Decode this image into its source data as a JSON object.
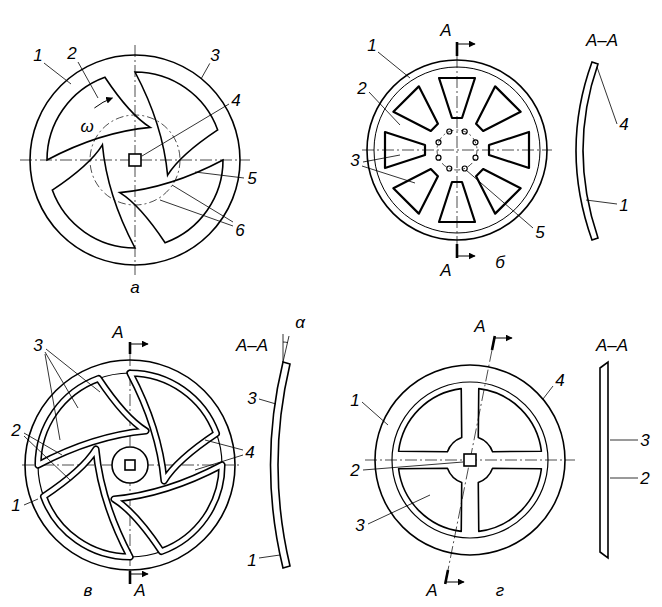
{
  "diagram": {
    "labels": [
      "1",
      "2",
      "3",
      "4",
      "5",
      "6",
      "ω",
      "а",
      "А",
      "1",
      "2",
      "3",
      "5",
      "б",
      "А",
      "А–А",
      "4",
      "1",
      "А",
      "3",
      "2",
      "1",
      "4",
      "в",
      "А",
      "А–А",
      "α",
      "3",
      "1",
      "А",
      "1",
      "2",
      "3",
      "4",
      "г",
      "А",
      "А–А",
      "3",
      "2"
    ]
  }
}
